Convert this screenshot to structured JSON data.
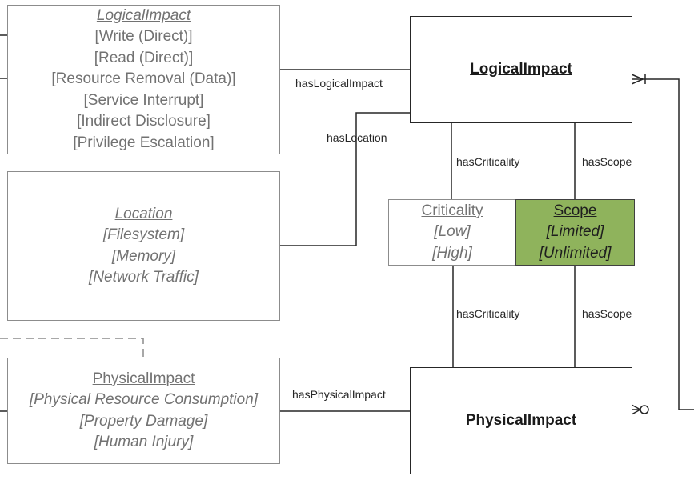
{
  "logical_impact_values": {
    "title": "LogicalImpact",
    "items": [
      "[Write (Direct)]",
      "[Read (Direct)]",
      "[Resource Removal (Data)]",
      "[Service Interrupt]",
      "[Indirect Disclosure]",
      "[Privilege Escalation]"
    ]
  },
  "location_values": {
    "title": "Location",
    "items": [
      "[Filesystem]",
      "[Memory]",
      "[Network Traffic]"
    ]
  },
  "physical_impact_values": {
    "title": "PhysicalImpact",
    "items": [
      "[Physical Resource Consumption]",
      "[Property Damage]",
      "[Human Injury]"
    ]
  },
  "logical_impact_entity": {
    "title": "LogicalImpact"
  },
  "physical_impact_entity": {
    "title": "PhysicalImpact"
  },
  "criticality": {
    "title": "Criticality",
    "items": [
      "[Low]",
      "[High]"
    ]
  },
  "scope": {
    "title": "Scope",
    "items": [
      "[Limited]",
      "[Unlimited]"
    ],
    "fill_color": "#8fb35c"
  },
  "relations": {
    "has_logical_impact": "hasLogicalImpact",
    "has_location": "hasLocation",
    "has_criticality_top": "hasCriticality",
    "has_scope_top": "hasScope",
    "has_criticality_bottom": "hasCriticality",
    "has_scope_bottom": "hasScope",
    "has_physical_impact": "hasPhysicalImpact"
  }
}
